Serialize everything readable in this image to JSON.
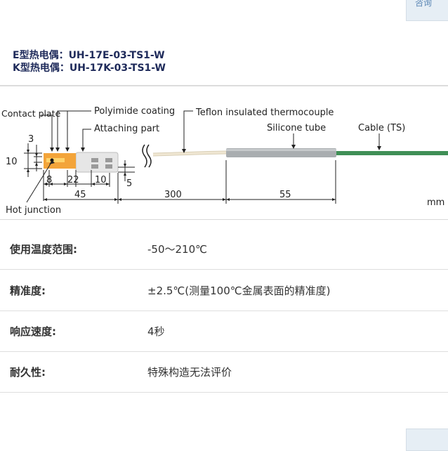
{
  "corner_top_text": "咨询",
  "models": [
    "E型热电偶：UH-17E-03-TS1-W",
    "K型热电偶：UH-17K-03-TS1-W"
  ],
  "diagram": {
    "labels": {
      "contact_plate": "Contact plate",
      "polyimide": "Polyimide coating",
      "attaching": "Attaching part",
      "teflon": "Teflon insulated thermocouple",
      "silicone": "Silicone tube",
      "cable": "Cable (TS)",
      "hot_junction": "Hot junction",
      "unit": "mm"
    },
    "dimensions": {
      "d3": "3",
      "d10_left": "10",
      "d8": "8",
      "d22": "22",
      "d10_mid": "10",
      "d5": "5",
      "d45": "45",
      "d300": "300",
      "d55": "55"
    },
    "colors": {
      "plate": "#f3a43a",
      "teflon": "#efe6d2",
      "silicone": "#a9adb0",
      "cable": "#3f8f56"
    }
  },
  "specs": [
    {
      "label": "使用温度范围:",
      "value": "-50～210℃"
    },
    {
      "label": "精准度:",
      "value": "±2.5℃(测量100℃金属表面的精准度)"
    },
    {
      "label": "响应速度:",
      "value": "4秒"
    },
    {
      "label": "耐久性:",
      "value": "特殊构造无法评价"
    }
  ]
}
